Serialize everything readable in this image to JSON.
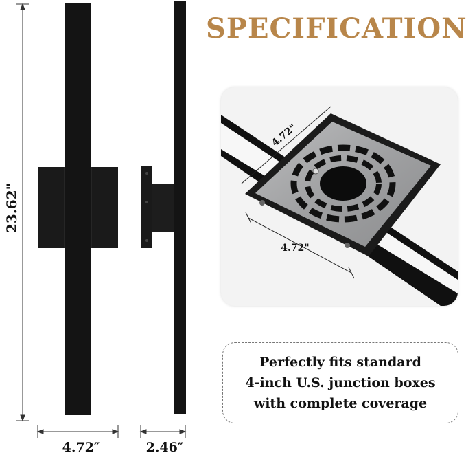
{
  "title": "SPECIFICATION",
  "dimensions": {
    "height_label": "23.62\"",
    "front_width_label": "4.72″",
    "side_depth_label": "2.46″",
    "plate_width_label": "4.72\"",
    "plate_length_label": "4.72\""
  },
  "note": {
    "line1": "Perfectly fits standard",
    "line2": "4-inch U.S. junction boxes",
    "line3": "with complete coverage"
  },
  "colors": {
    "title": "#b8864a",
    "fixture": "#141414",
    "text": "#111111"
  }
}
